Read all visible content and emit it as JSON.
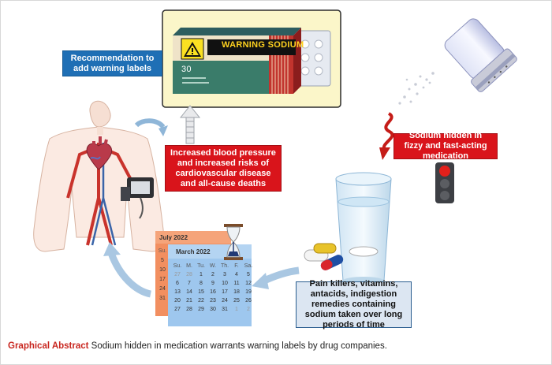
{
  "boxes": {
    "recommendation": "Recommendation to add warning labels",
    "increased_bp": "Increased blood pressure and increased risks of cardiovascular disease and all-cause deaths",
    "sodium_hidden": "Sodium hidden in fizzy and fast-acting medication",
    "pain_killers": "Pain killers, vitamins, antacids, indigestion remedies containing sodium taken over long periods of time"
  },
  "package": {
    "warning": "WARNING SODIUM",
    "count": "30"
  },
  "calendar_back": {
    "title": "July 2022",
    "weekday_head": "Su.",
    "days": [
      "5",
      "10",
      "17",
      "24",
      "31"
    ]
  },
  "calendar_front": {
    "title": "March 2022",
    "weekdays": [
      "Su.",
      "M.",
      "Tu.",
      "W.",
      "Th.",
      "F.",
      "Sa."
    ],
    "rows": [
      [
        "27",
        "28",
        "1",
        "2",
        "3",
        "4",
        "5"
      ],
      [
        "6",
        "7",
        "8",
        "9",
        "10",
        "11",
        "12"
      ],
      [
        "13",
        "14",
        "15",
        "16",
        "17",
        "18",
        "19"
      ],
      [
        "20",
        "21",
        "22",
        "23",
        "24",
        "25",
        "26"
      ],
      [
        "27",
        "28",
        "29",
        "30",
        "31",
        "1",
        "2"
      ]
    ]
  },
  "caption": {
    "label": "Graphical Abstract",
    "text": " Sodium hidden in medication warrants warning labels by drug companies."
  },
  "colors": {
    "accent_blue": "#1f6fb5",
    "accent_red": "#d9141b",
    "caption_red": "#c8261f",
    "panel_bg": "#fbf6c9"
  },
  "icons": [
    "medicine-package-icon",
    "salt-shaker-icon",
    "traffic-light-icon",
    "water-glass-icon",
    "pills-icon",
    "human-heart-icon",
    "blood-pressure-monitor-icon",
    "hourglass-icon",
    "calendar-icon"
  ]
}
